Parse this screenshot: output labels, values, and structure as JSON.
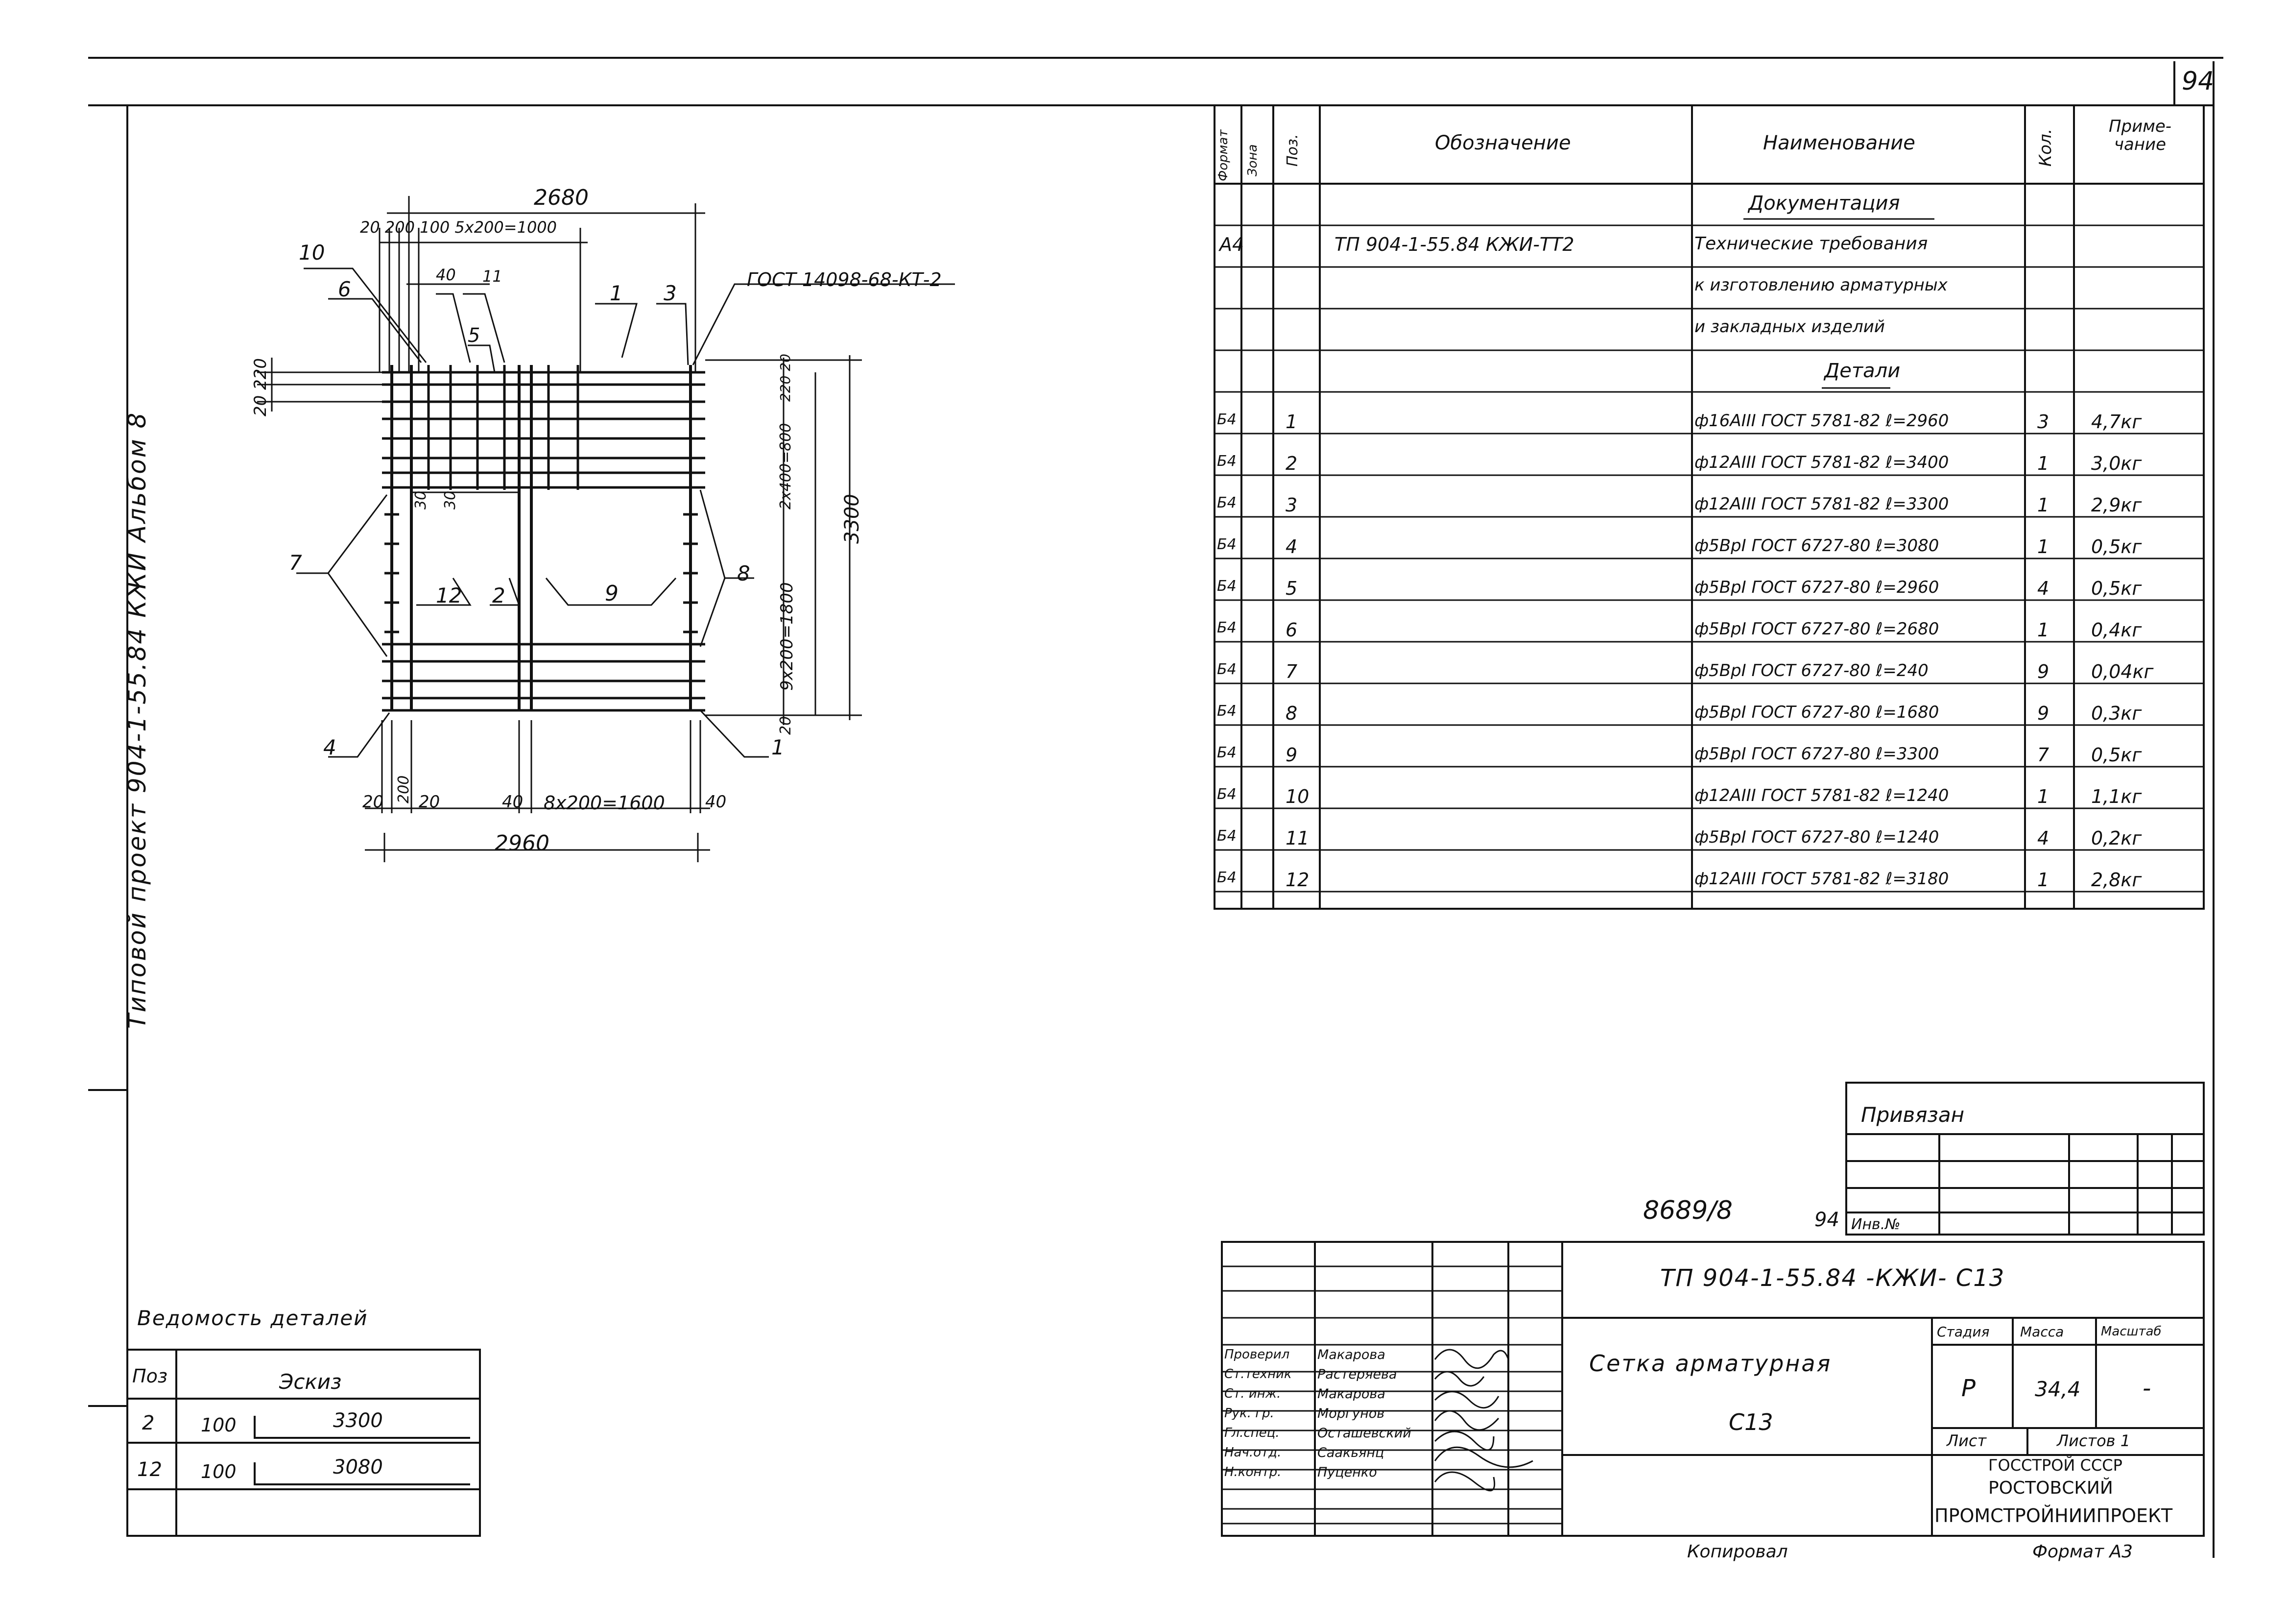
{
  "sheet_number": "94",
  "side_stamp": "Типовой проект  904-1-55.84 КЖИ Альбом 8",
  "spec_table": {
    "headers": {
      "format": "Формат",
      "zone": "Зона",
      "pos": "Поз.",
      "designation": "Обозначение",
      "name": "Наименование",
      "qty": "Кол.",
      "note": "Приме-чание"
    },
    "section_docs": "Документация",
    "doc_row": {
      "format": "А4",
      "designation": "ТП 904-1-55.84 КЖИ-ТТ2",
      "name_lines": [
        "Технические требования",
        "к изготовлению арматурных",
        "и закладных изделий"
      ]
    },
    "section_details": "Детали",
    "rows": [
      {
        "format": "Б4",
        "pos": "1",
        "name": "ф16АIII ГОСТ 5781-82 ℓ=2960",
        "qty": "3",
        "note": "4,7кг"
      },
      {
        "format": "Б4",
        "pos": "2",
        "name": "ф12АIII ГОСТ 5781-82 ℓ=3400",
        "qty": "1",
        "note": "3,0кг"
      },
      {
        "format": "Б4",
        "pos": "3",
        "name": "ф12АIII ГОСТ 5781-82 ℓ=3300",
        "qty": "1",
        "note": "2,9кг"
      },
      {
        "format": "Б4",
        "pos": "4",
        "name": "ф5ВрI ГОСТ 6727-80 ℓ=3080",
        "qty": "1",
        "note": "0,5кг"
      },
      {
        "format": "Б4",
        "pos": "5",
        "name": "ф5ВрI ГОСТ 6727-80 ℓ=2960",
        "qty": "4",
        "note": "0,5кг"
      },
      {
        "format": "Б4",
        "pos": "6",
        "name": "ф5ВрI ГОСТ 6727-80 ℓ=2680",
        "qty": "1",
        "note": "0,4кг"
      },
      {
        "format": "Б4",
        "pos": "7",
        "name": "ф5ВрI ГОСТ 6727-80 ℓ=240",
        "qty": "9",
        "note": "0,04кг"
      },
      {
        "format": "Б4",
        "pos": "8",
        "name": "ф5ВрI ГОСТ 6727-80 ℓ=1680",
        "qty": "9",
        "note": "0,3кг"
      },
      {
        "format": "Б4",
        "pos": "9",
        "name": "ф5ВрI ГОСТ 6727-80 ℓ=3300",
        "qty": "7",
        "note": "0,5кг"
      },
      {
        "format": "Б4",
        "pos": "10",
        "name": "ф12АIII ГОСТ 5781-82 ℓ=1240",
        "qty": "1",
        "note": "1,1кг"
      },
      {
        "format": "Б4",
        "pos": "11",
        "name": "ф5ВрI ГОСТ 6727-80 ℓ=1240",
        "qty": "4",
        "note": "0,2кг"
      },
      {
        "format": "Б4",
        "pos": "12",
        "name": "ф12АIII ГОСТ 5781-82 ℓ=3180",
        "qty": "1",
        "note": "2,8кг"
      }
    ]
  },
  "drawing": {
    "dim_top_total": "2680",
    "dim_top_parts": "20 200 100 5х200=1000",
    "dim_40_top": "40",
    "dim_left": "20 220",
    "dim_right_small": "220 20",
    "dim_right_mid": "2х400=800",
    "dim_right_big": "9х200=1800",
    "dim_right_total": "3300",
    "dim_right_bottom": "20",
    "dim_inner_30a": "30",
    "dim_inner_30b": "30",
    "dim_bottom_parts": [
      "20",
      "200",
      "20",
      "40",
      "8х200=1600",
      "40"
    ],
    "dim_bottom_total": "2960",
    "gost_callout": "ГОСТ 14098-68-КТ-2",
    "callouts": [
      "10",
      "6",
      "40",
      "11",
      "5",
      "1",
      "3",
      "7",
      "12",
      "2",
      "9",
      "8",
      "4",
      "1"
    ]
  },
  "vedomost": {
    "title": "Ведомость деталей",
    "col_pos": "Поз",
    "col_sketch": "Эскиз",
    "rows": [
      {
        "pos": "2",
        "a": "100",
        "b": "3300"
      },
      {
        "pos": "12",
        "a": "100",
        "b": "3080"
      }
    ]
  },
  "privyazan": {
    "label": "Привязан",
    "inv_label": "Инв.№"
  },
  "archive_number": "8689/8",
  "archive_sheet": "94",
  "title_block": {
    "code": "ТП 904-1-55.84 -КЖИ- С13",
    "title_line1": "Сетка арматурная",
    "title_line2": "С13",
    "stage_label": "Стадия",
    "mass_label": "Масса",
    "scale_label": "Масштаб",
    "stage": "Р",
    "mass": "34,4",
    "scale": "-",
    "sheet_label": "Лист",
    "sheets_label": "Листов 1",
    "org_line1": "ГОССТРОЙ СССР",
    "org_line2": "РОСТОВСКИЙ",
    "org_line3": "ПРОМСТРОЙНИИПРОЕКТ",
    "signatures": [
      {
        "role": "Проверил",
        "name": "Макарова"
      },
      {
        "role": "Ст.техник",
        "name": "Растеряева"
      },
      {
        "role": "Ст. инж.",
        "name": "Макарова"
      },
      {
        "role": "Рук. гр.",
        "name": "Моргунов"
      },
      {
        "role": "Гл.спец.",
        "name": "Осташевский"
      },
      {
        "role": "Нач.отд.",
        "name": "Саакьянц"
      },
      {
        "role": "Н.контр.",
        "name": "Пуценко"
      }
    ]
  },
  "copied_label": "Копировал",
  "format_label": "Формат А3"
}
